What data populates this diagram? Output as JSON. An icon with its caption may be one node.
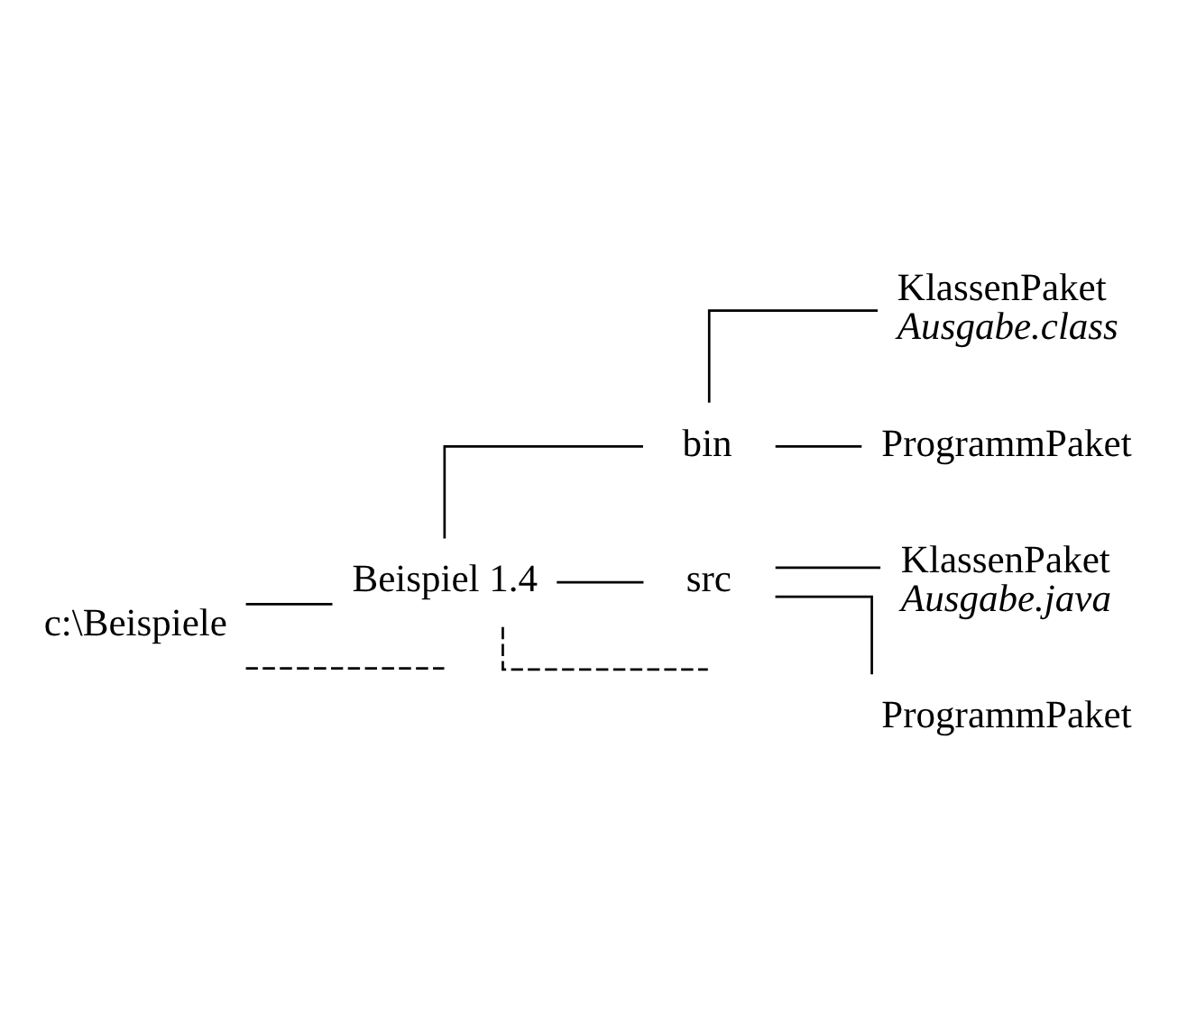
{
  "diagram": {
    "nodes": [
      {
        "text": [
          "c:\\Beispiele"
        ]
      },
      {
        "text": [
          "Beispiel 1.4"
        ]
      },
      {
        "text": [
          "bin"
        ]
      },
      {
        "text": [
          "KlassenPaket",
          "Ausgabe.class"
        ]
      },
      {
        "text": [
          "ProgrammPaket"
        ]
      },
      {
        "text": [
          "src"
        ]
      },
      {
        "text": [
          "KlassenPaket",
          "Ausgabe.java"
        ]
      },
      {
        "text": [
          "ProgrammPaket"
        ]
      }
    ],
    "edges": [
      {
        "from": 0,
        "to": 1,
        "arrow": "none"
      },
      {
        "from": 0,
        "to": null,
        "arrow": "none",
        "style": "dashed"
      },
      {
        "from": 1,
        "to": 2,
        "arrow": "none"
      },
      {
        "from": 2,
        "to": 3,
        "arrow": "none"
      },
      {
        "from": 2,
        "to": 4,
        "arrow": "none"
      },
      {
        "from": 1,
        "to": 5,
        "arrow": "none"
      },
      {
        "from": 1,
        "to": null,
        "arrow": "none",
        "style": "dashed"
      },
      {
        "from": 5,
        "to": 6,
        "arrow": "none"
      },
      {
        "from": 5,
        "to": 7,
        "arrow": "none"
      }
    ]
  }
}
